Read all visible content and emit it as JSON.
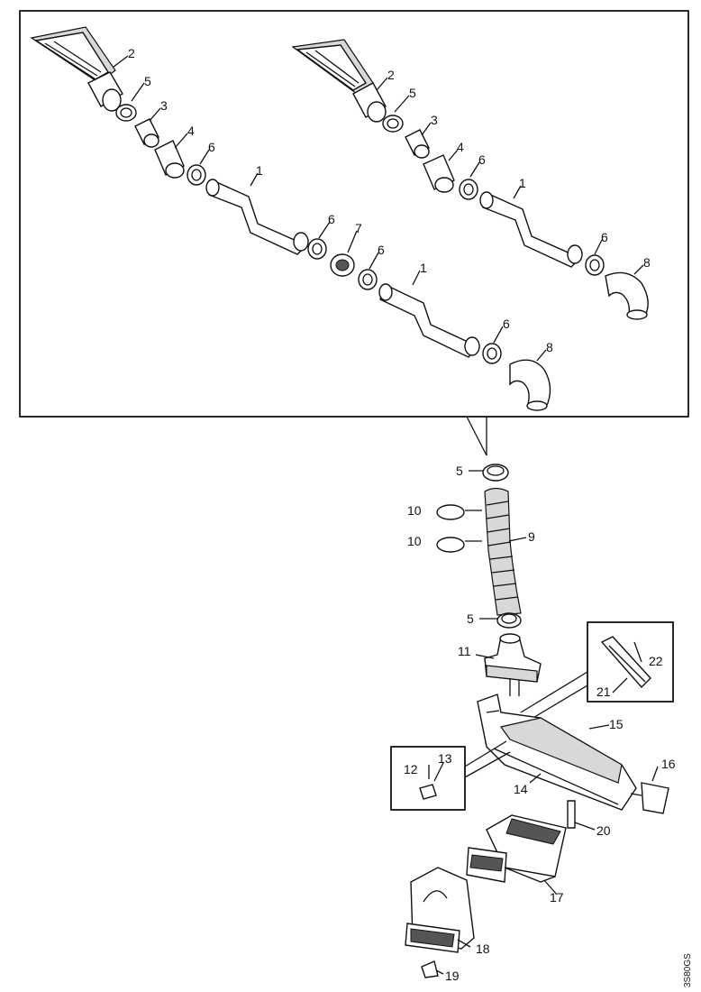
{
  "diagram": {
    "drawing_id": "3S80GS"
  },
  "callouts": {
    "upper_left": [
      "2",
      "5",
      "3",
      "4",
      "6",
      "1",
      "6",
      "7",
      "6",
      "1",
      "6",
      "8"
    ],
    "upper_right": [
      "2",
      "5",
      "3",
      "4",
      "6",
      "1",
      "6",
      "8"
    ],
    "hose_assembly": [
      "5",
      "10",
      "10",
      "9",
      "5",
      "11"
    ],
    "lower_assembly": [
      "22",
      "21",
      "15",
      "13",
      "12",
      "14",
      "16",
      "20",
      "17",
      "18",
      "19"
    ]
  }
}
